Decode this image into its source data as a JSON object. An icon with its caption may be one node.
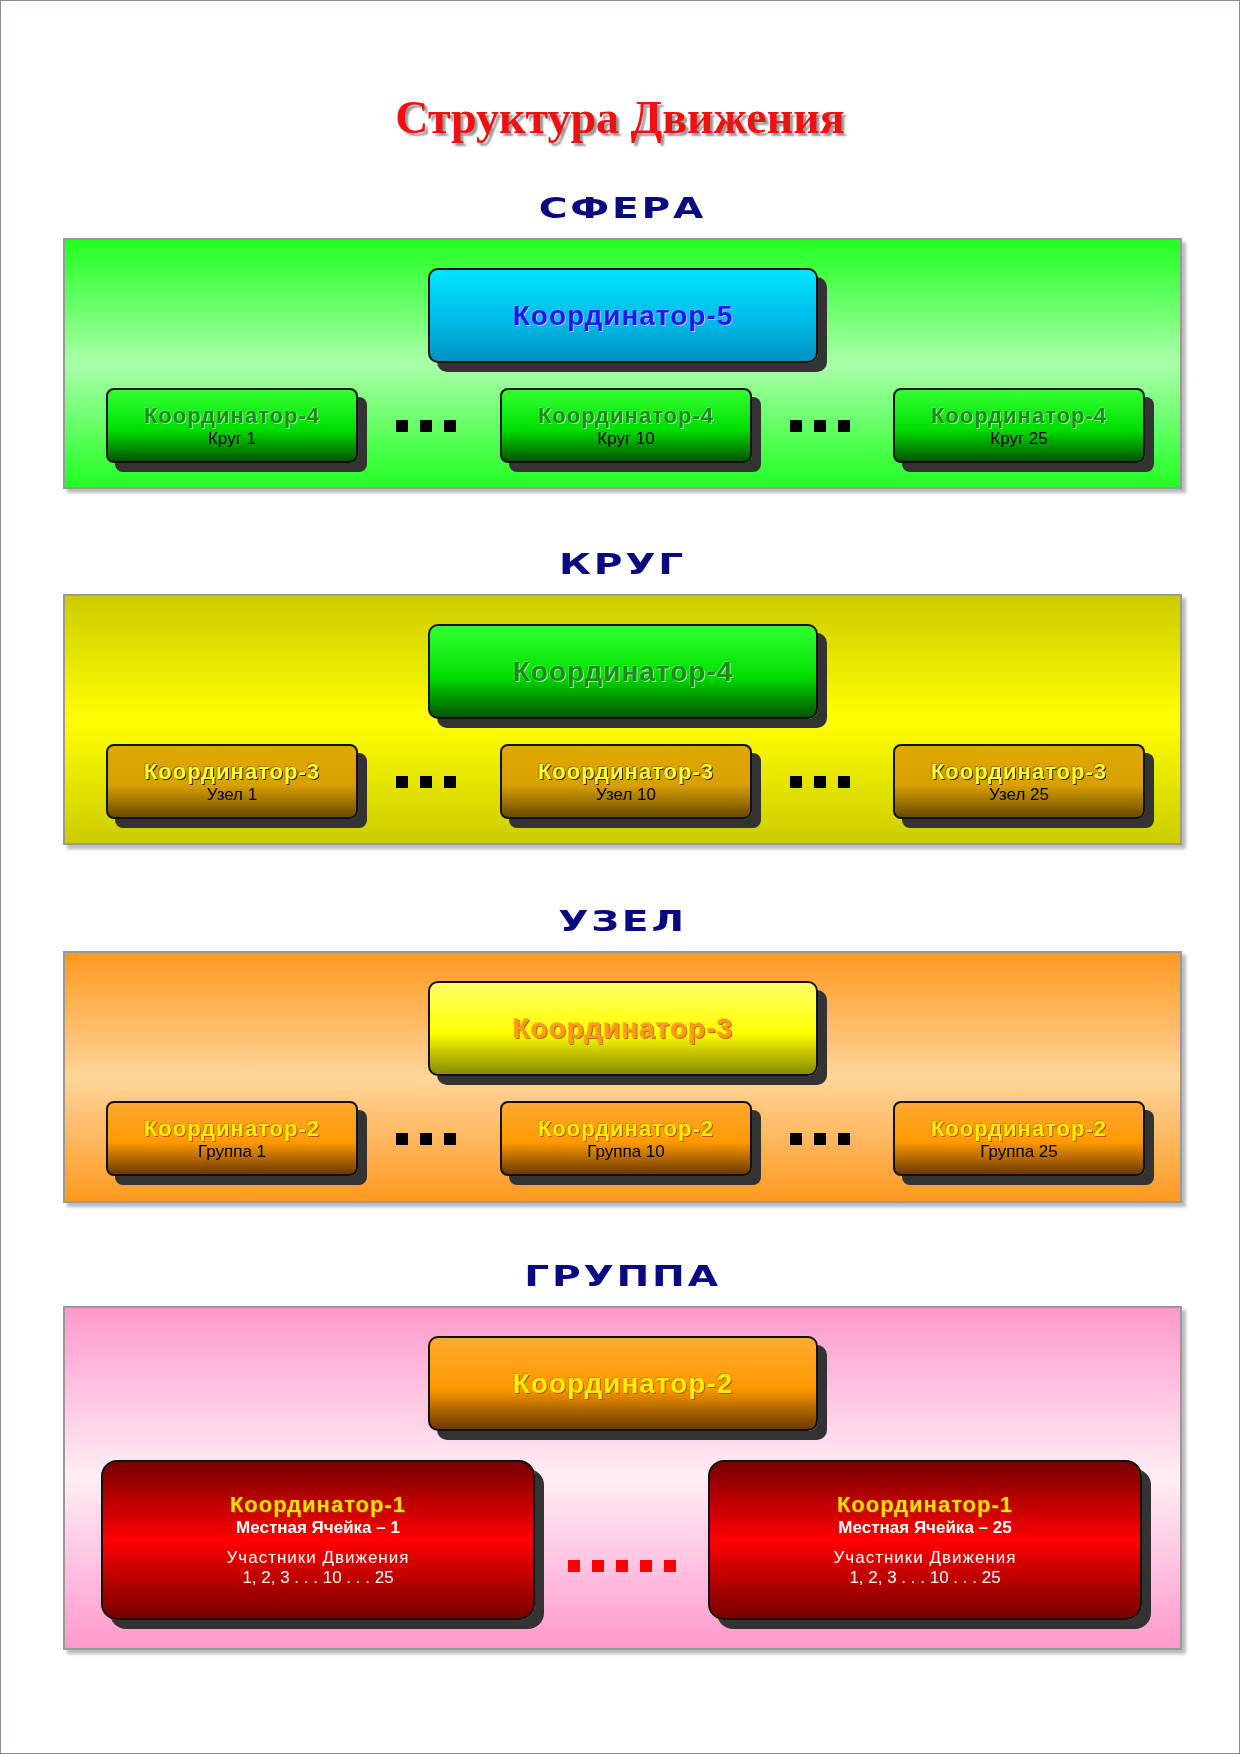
{
  "diagram": {
    "title": "Структура Движения",
    "nodes": [
      {
        "text": [
          "СФЕРА"
        ]
      },
      {
        "text": [
          "Координатор-5"
        ],
        "in": 0
      },
      {
        "text": [
          "Координатор-4",
          "Круг 1"
        ],
        "in": 0
      },
      {
        "text": [
          "Координатор-4",
          "Круг 10"
        ],
        "in": 0
      },
      {
        "text": [
          "Координатор-4",
          "Круг 25"
        ],
        "in": 0
      },
      {
        "text": [
          "КРУГ"
        ]
      },
      {
        "text": [
          "Координатор-4"
        ],
        "in": 5
      },
      {
        "text": [
          "Координатор-3",
          "Узел 1"
        ],
        "in": 5
      },
      {
        "text": [
          "Координатор-3",
          "Узел 10"
        ],
        "in": 5
      },
      {
        "text": [
          "Координатор-3",
          "Узел 25"
        ],
        "in": 5
      },
      {
        "text": [
          "УЗЕЛ"
        ]
      },
      {
        "text": [
          "Координатор-3"
        ],
        "in": 10
      },
      {
        "text": [
          "Координатор-2",
          "Группа 1"
        ],
        "in": 10
      },
      {
        "text": [
          "Координатор-2",
          "Группа 10"
        ],
        "in": 10
      },
      {
        "text": [
          "Координатор-2",
          "Группа 25"
        ],
        "in": 10
      },
      {
        "text": [
          "ГРУППА"
        ]
      },
      {
        "text": [
          "Координатор-2"
        ],
        "in": 15
      },
      {
        "text": [
          "Координатор-1",
          "Местная Ячейка – 1",
          "Участники Движения",
          "1, 2, 3 . . . 10 . . . 25"
        ],
        "in": 15
      },
      {
        "text": [
          "Координатор-1",
          "Местная Ячейка – 25",
          "Участники Движения",
          "1, 2, 3 . . . 10 . . . 25"
        ],
        "in": 15
      }
    ]
  }
}
